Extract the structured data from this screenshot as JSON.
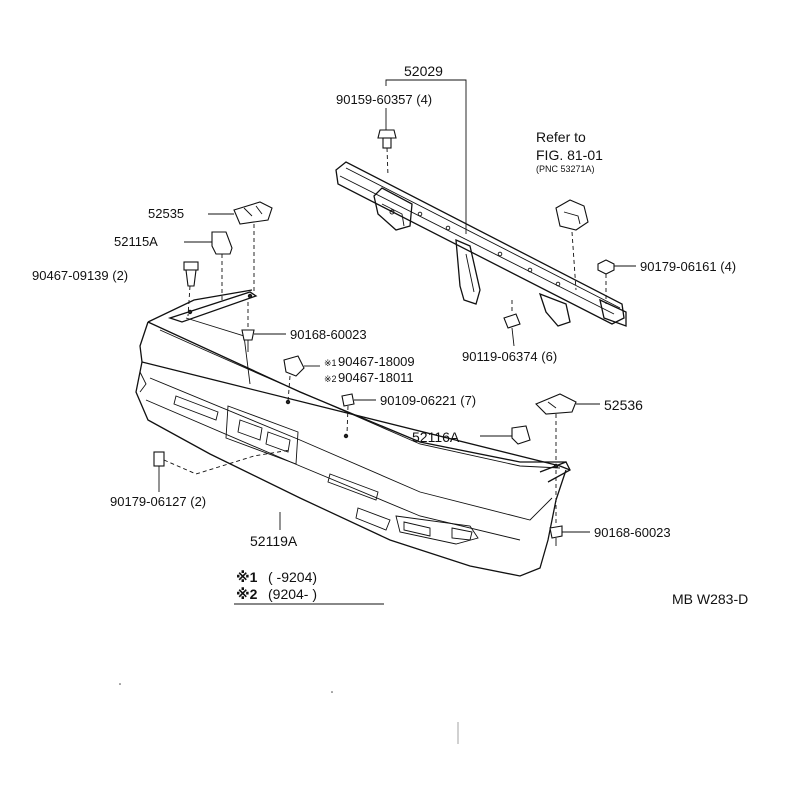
{
  "labels": {
    "p52029": "52029",
    "p90159": "90159-60357 (4)",
    "refer1": "Refer to",
    "refer2": "FIG. 81-01",
    "refer3": "(PNC 53271A)",
    "p52535": "52535",
    "p52115A": "52115A",
    "p90467_09139": "90467-09139 (2)",
    "p90179_06161": "90179-06161 (4)",
    "p90168_top": "90168-60023",
    "p90119": "90119-06374 (6)",
    "note1_mark": "※1",
    "p90467_18009": "90467-18009",
    "note2_mark": "※2",
    "p90467_18011": "90467-18011",
    "p90109": "90109-06221 (7)",
    "p52536": "52536",
    "p52116A": "52116A",
    "p90179_06127": "90179-06127 (2)",
    "p90168_bottom": "90168-60023",
    "p52119A": "52119A",
    "legend1_mark": "※1",
    "legend1_text": "(       -9204)",
    "legend2_mark": "※2",
    "legend2_text": "(9204-        )",
    "diagram_code": "MB W283-D"
  }
}
